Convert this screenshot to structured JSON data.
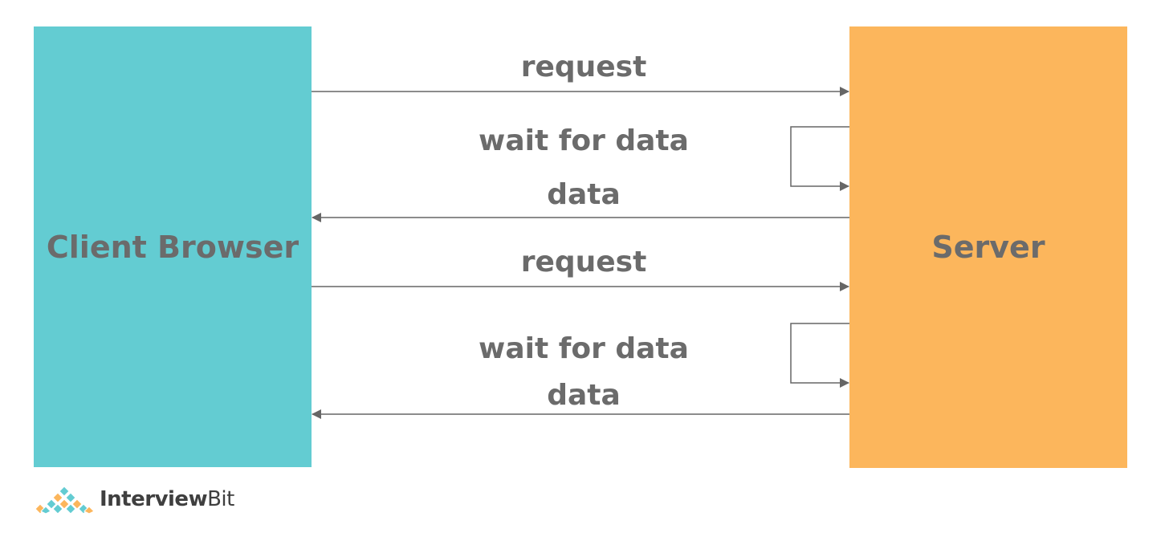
{
  "client": {
    "label": "Client Browser",
    "color": "#63ccd2"
  },
  "server": {
    "label": "Server",
    "color": "#fcb65c"
  },
  "messages": [
    {
      "label": "request",
      "direction": "client-to-server"
    },
    {
      "label": "wait for data",
      "direction": "server-self"
    },
    {
      "label": "data",
      "direction": "server-to-client"
    },
    {
      "label": "request",
      "direction": "client-to-server"
    },
    {
      "label": "wait for data",
      "direction": "server-self"
    },
    {
      "label": "data",
      "direction": "server-to-client"
    }
  ],
  "brand": {
    "name_bold": "Interview",
    "name_regular": "Bit",
    "icon": "interviewbit-diamond-logo"
  }
}
